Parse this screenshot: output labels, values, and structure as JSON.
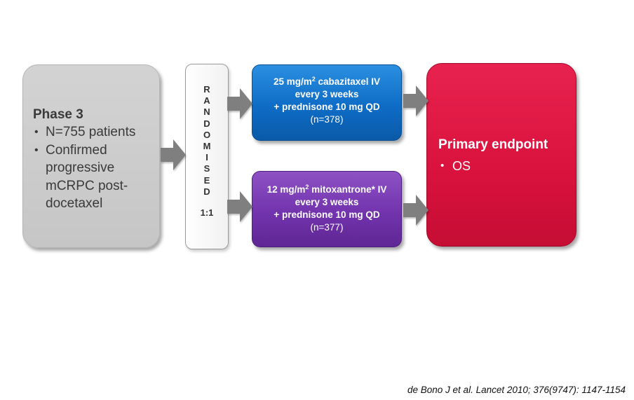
{
  "phase_box": {
    "title": "Phase 3",
    "bullets": [
      "N=755 patients",
      "Confirmed progressive mCRPC post-docetaxel"
    ]
  },
  "randomised_box": {
    "letters": [
      "R",
      "A",
      "N",
      "D",
      "O",
      "M",
      "I",
      "S",
      "E",
      "D"
    ],
    "ratio": "1:1"
  },
  "arms": [
    {
      "dose_value": "25 mg/m",
      "dose_sup": "2",
      "dose_rest": " cabazitaxel IV",
      "line2": "every 3 weeks",
      "line3": "+ prednisone 10 mg QD",
      "n": "(n=378)",
      "color": "#0e6cc6"
    },
    {
      "dose_value": "12 mg/m",
      "dose_sup": "2",
      "dose_rest": " mitoxantrone* IV",
      "line2": "every 3 weeks",
      "line3": "+ prednisone 10 mg QD",
      "n": "(n=377)",
      "color": "#7233ad"
    }
  ],
  "endpoint_box": {
    "title": "Primary endpoint",
    "bullets": [
      "OS"
    ],
    "color": "#d9123d"
  },
  "citation": "de Bono J et al. Lancet 2010; 376(9747): 1147-1154",
  "icons": [
    "arrow-right-icon"
  ]
}
